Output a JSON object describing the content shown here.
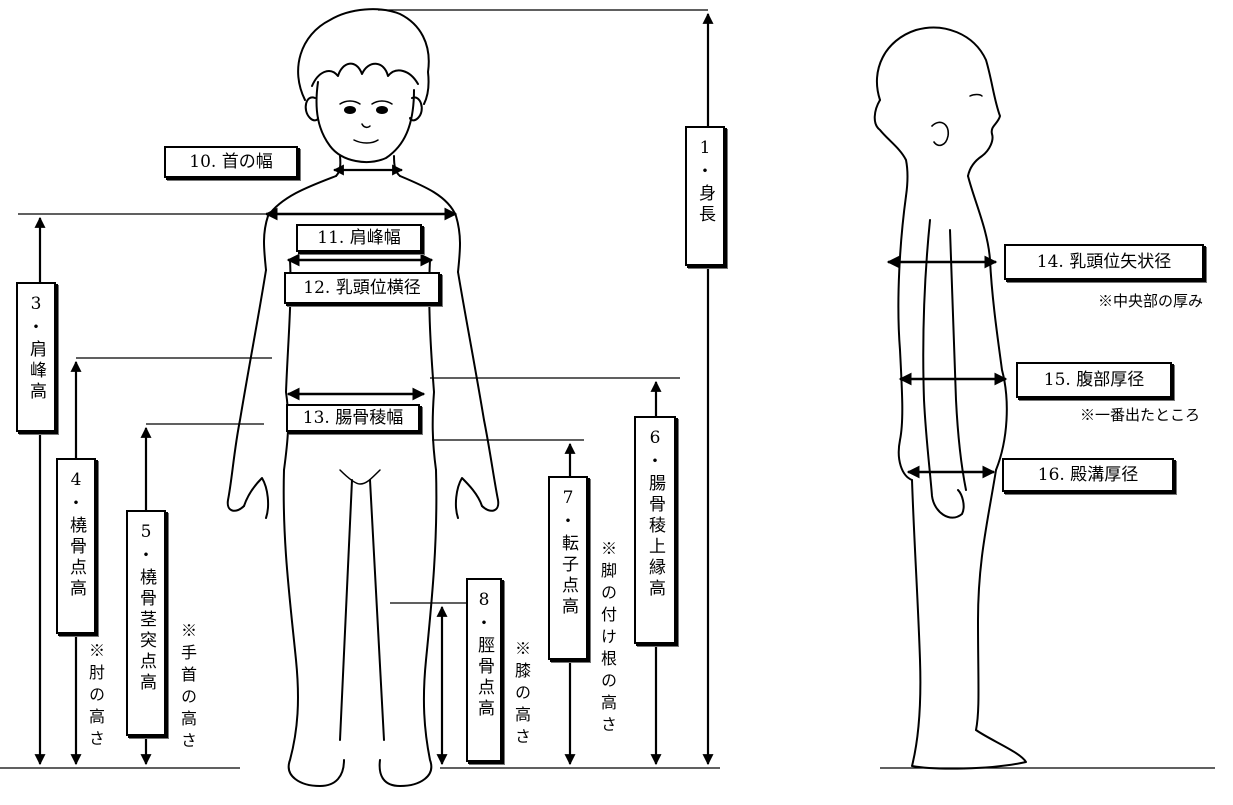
{
  "vertical_labels": {
    "height": {
      "num": "1",
      "dot": "・",
      "text": "身長"
    },
    "shoulder_height": {
      "num": "3",
      "dot": "・",
      "text": "肩峰高"
    },
    "radiale_height": {
      "num": "4",
      "dot": "・",
      "text": "橈骨点高"
    },
    "stylion_height": {
      "num": "5",
      "dot": "・",
      "text": "橈骨茎突点高"
    },
    "iliac_crest_height": {
      "num": "6",
      "dot": "・",
      "text": "腸骨稜上縁高"
    },
    "trochanter_height": {
      "num": "7",
      "dot": "・",
      "text": "転子点高"
    },
    "tibiale_height": {
      "num": "8",
      "dot": "・",
      "text": "脛骨点高"
    }
  },
  "horizontal_labels": {
    "neck_width": "10. 首の幅",
    "shoulder_width": "11. 肩峰幅",
    "chest_width": "12. 乳頭位横径",
    "iliac_width": "13. 腸骨稜幅",
    "chest_depth": "14. 乳頭位矢状径",
    "abdomen_depth": "15. 腹部厚径",
    "buttock_depth": "16. 殿溝厚径"
  },
  "notes": {
    "elbow": "※肘の高さ",
    "wrist": "※手首の高さ",
    "knee": "※膝の高さ",
    "leg_base": "※脚の付け根の高さ",
    "chest_center": "※中央部の厚み",
    "abdomen_most": "※一番出たところ"
  }
}
